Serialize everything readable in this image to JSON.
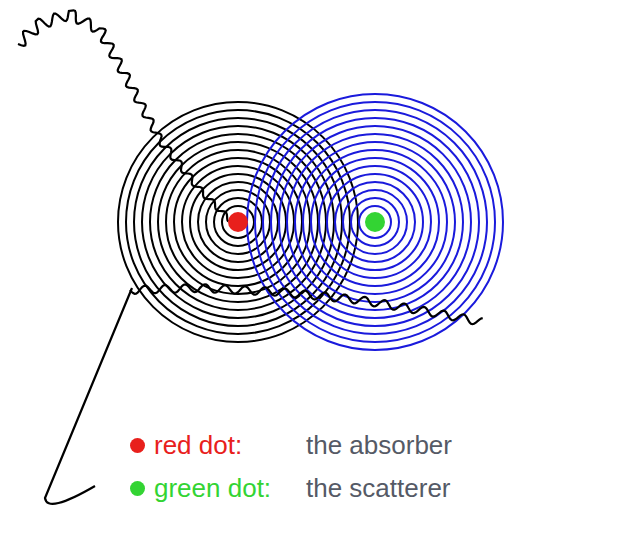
{
  "diagram": {
    "labels": [
      "the absorber",
      "the scatterer"
    ],
    "legend": [
      {
        "text": "red dot:",
        "color": "#e8201c"
      },
      {
        "text": "green dot:",
        "color": "#33d433"
      }
    ]
  }
}
